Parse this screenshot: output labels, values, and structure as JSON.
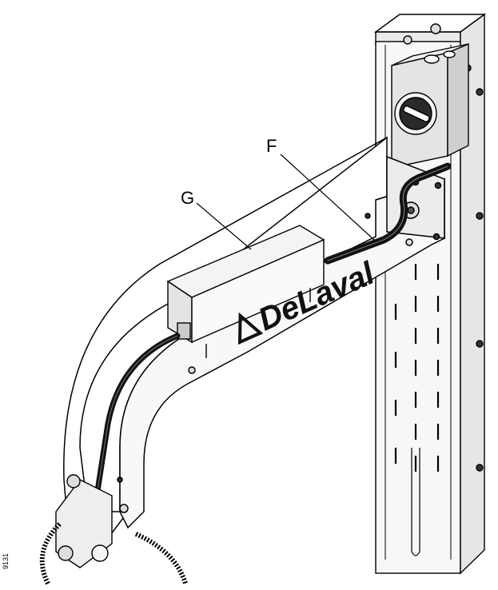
{
  "diagram": {
    "callouts": [
      {
        "id": "F",
        "label": "F"
      },
      {
        "id": "G",
        "label": "G"
      }
    ],
    "brand_text": "DeLaval",
    "figure_code": "9131",
    "colors": {
      "line": "#000000",
      "fill_light": "#f2f2f2",
      "fill_white": "#ffffff",
      "cable": "#111111"
    }
  }
}
